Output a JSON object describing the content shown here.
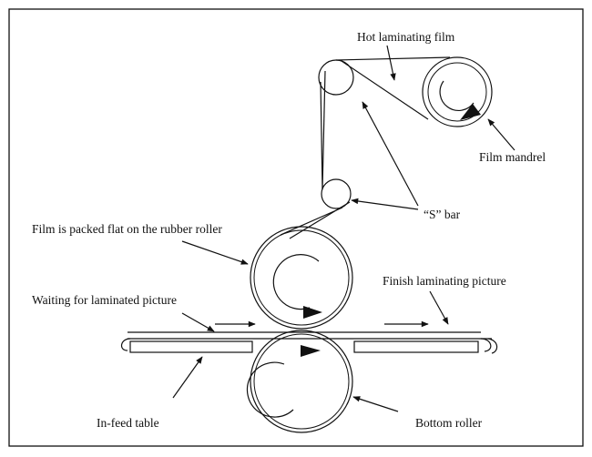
{
  "labels": {
    "hot_laminating_film": "Hot laminating film",
    "film_mandrel": "Film mandrel",
    "s_bar": "“S”  bar",
    "film_packed": "Film is packed flat on the rubber roller",
    "finish_laminating": "Finish laminating picture",
    "waiting": "Waiting for laminated picture",
    "in_feed_table": "In-feed table",
    "bottom_roller": "Bottom roller"
  },
  "colors": {
    "stroke": "#111111",
    "background": "#ffffff"
  }
}
